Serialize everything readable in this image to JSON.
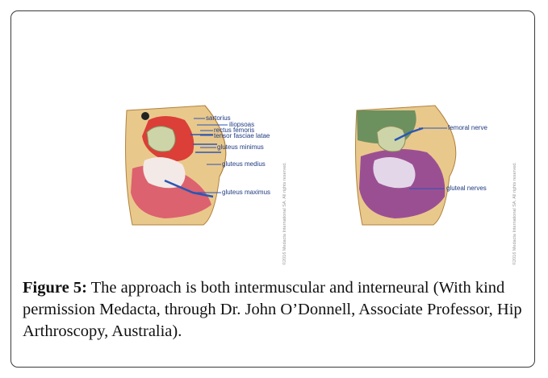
{
  "figure": {
    "label": "Figure 5:",
    "caption": " The approach is both intermuscular and interneural (With kind permission Medacta, through Dr. John O’Donnell, Associate Professor, Hip Arthroscopy, Australia).",
    "left_panel": {
      "labels": {
        "sartorius": "sartorius",
        "iliopsoas": "iliopsoas",
        "rectus_femoris": "rectus femoris",
        "tensor": "tensor fasciae latae",
        "gluteus_minimus": "gluteus minimus",
        "gluteus_medius": "gluteus medius",
        "gluteus_maximus": "gluteus maximus"
      },
      "copyright": "©2016 Medacta International SA. All rights reserved."
    },
    "right_panel": {
      "labels": {
        "femoral_nerve": "femoral nerve",
        "gluteal_nerves": "gluteal nerves"
      },
      "copyright": "©2016 Medacta International SA. All rights reserved."
    }
  }
}
